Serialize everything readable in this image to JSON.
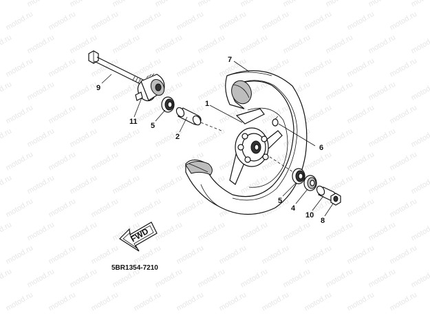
{
  "watermark": "motod.ru",
  "diagram_code": "5BR1354-7210",
  "fwd_label": "FWD",
  "callouts": {
    "c1": "1",
    "c2": "2",
    "c4": "4",
    "c5a": "5",
    "c5b": "5",
    "c6": "6",
    "c7": "7",
    "c8": "8",
    "c9": "9",
    "c10": "10",
    "c11": "11"
  },
  "colors": {
    "line": "#111111",
    "watermark": "#e6e6e6"
  }
}
